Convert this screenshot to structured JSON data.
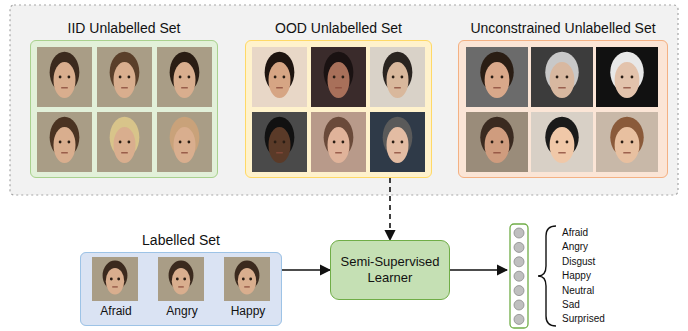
{
  "diagram": {
    "nodes": [
      {
        "text": [
          "IID Unlabelled Set"
        ]
      },
      {
        "text": [
          "OOD Unlabelled Set"
        ]
      },
      {
        "text": [
          "Unconstrained Unlabelled Set"
        ]
      },
      {
        "text": [
          "Labelled Set",
          "Afraid",
          "Angry",
          "Happy"
        ]
      },
      {
        "text": [
          "Semi-Supervised Learner"
        ]
      }
    ],
    "edges": [
      {
        "from": 3,
        "to": 4,
        "arrow": "to"
      },
      {
        "from": 1,
        "to": 4,
        "arrow": "to"
      }
    ],
    "labels": [
      "Afraid",
      "Angry",
      "Disgust",
      "Happy",
      "Neutral",
      "Sad",
      "Surprised"
    ]
  }
}
